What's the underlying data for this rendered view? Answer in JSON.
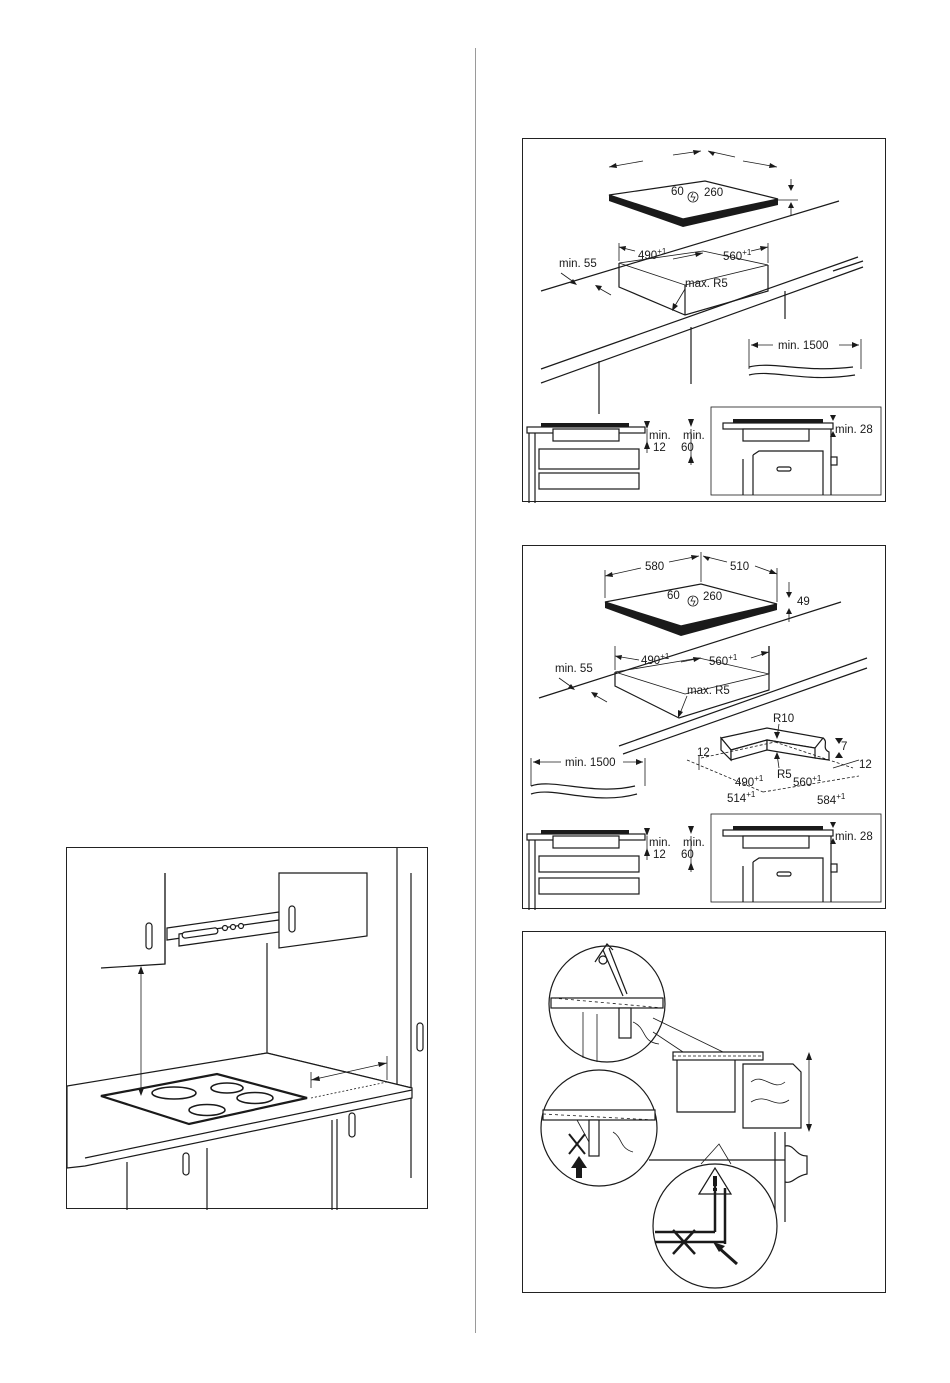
{
  "fig_a": {
    "top_left": "60",
    "top_right": "260",
    "cut_w": "490",
    "cut_w_tol": "+1",
    "cut_d": "560",
    "cut_d_tol": "+1",
    "min_edge": "min. 55",
    "radius": "max. R5",
    "cable": "min. 1500",
    "sec_min1": "min.",
    "sec_min2": "min.",
    "sec_val1": "12",
    "sec_val2": "60",
    "sec_right": "min. 28"
  },
  "fig_b": {
    "width": "580",
    "depth": "510",
    "top_left": "60",
    "top_right": "260",
    "height": "49",
    "cut_w": "490",
    "cut_w_tol": "+1",
    "cut_d": "560",
    "cut_d_tol": "+1",
    "min_edge": "min. 55",
    "radius": "max. R5",
    "cable": "min. 1500",
    "r10": "R10",
    "r5": "R5",
    "seven": "7",
    "left12": "12",
    "right12": "12",
    "f490": "490",
    "f490_tol": "+1",
    "f560": "560",
    "f560_tol": "+1",
    "f514": "514",
    "f514_tol": "+1",
    "f584": "584",
    "f584_tol": "+1",
    "sec_min1": "min.",
    "sec_min2": "min.",
    "sec_val1": "12",
    "sec_val2": "60",
    "sec_right": "min. 28"
  },
  "icons": {
    "warning": "warning-triangle-icon",
    "power": "power-symbol-icon"
  }
}
